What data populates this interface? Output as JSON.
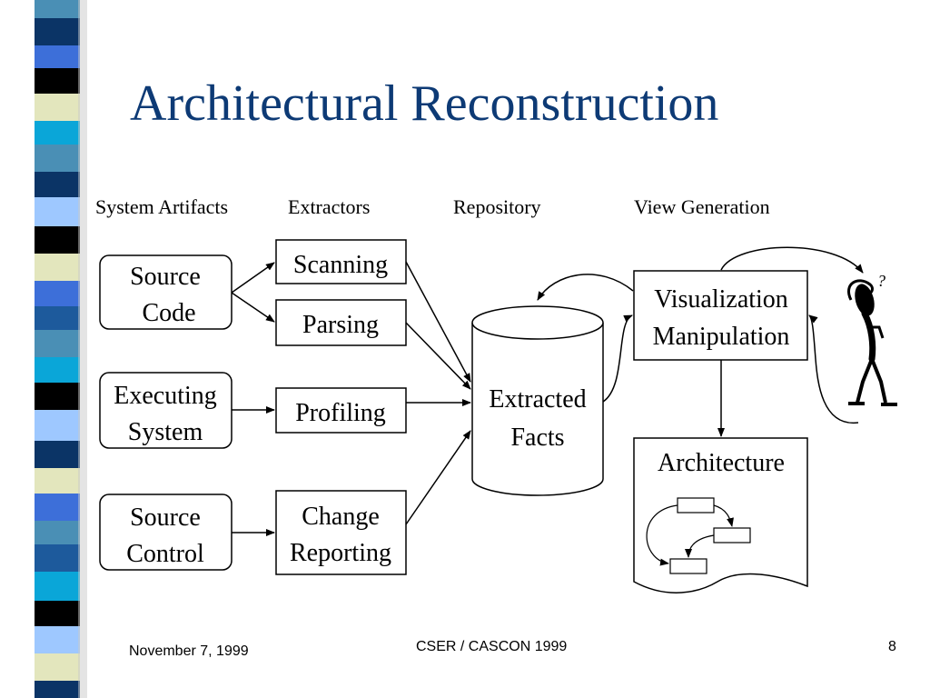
{
  "title": "Architectural Reconstruction",
  "columns": {
    "artifacts": "System Artifacts",
    "extractors": "Extractors",
    "repository": "Repository",
    "view_generation": "View Generation"
  },
  "artifacts": [
    {
      "line1": "Source",
      "line2": "Code"
    },
    {
      "line1": "Executing",
      "line2": "System"
    },
    {
      "line1": "Source",
      "line2": "Control"
    }
  ],
  "extractors": [
    {
      "line1": "Scanning"
    },
    {
      "line1": "Parsing"
    },
    {
      "line1": "Profiling"
    },
    {
      "line1": "Change",
      "line2": "Reporting"
    }
  ],
  "repository": {
    "line1": "Extracted",
    "line2": "Facts"
  },
  "view": {
    "line1": "Visualization",
    "line2": "Manipulation"
  },
  "architecture": {
    "label": "Architecture"
  },
  "figure_mark": "?",
  "footer": {
    "date": "November 7, 1999",
    "event": "CSER / CASCON 1999",
    "page": "8"
  },
  "colors": {
    "title": "#0d3a75",
    "stripe_palette": [
      "#4a8fb5",
      "#0b3466",
      "#3d6fd9",
      "#000000",
      "#e3e6bd",
      "#0aa6d8",
      "#9ec8ff",
      "#1d5a9c"
    ]
  }
}
